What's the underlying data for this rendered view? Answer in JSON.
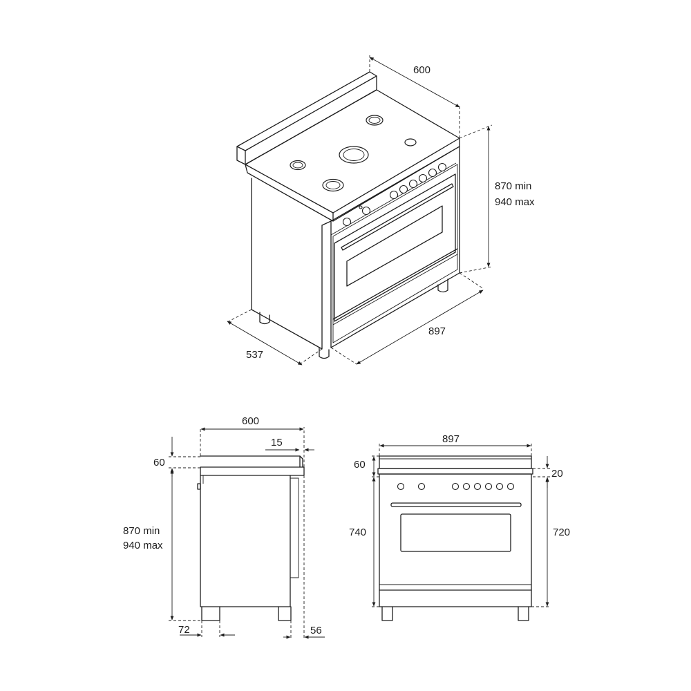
{
  "iso_view": {
    "width_depth": "600",
    "height_line1": "870 min",
    "height_line2": "940 max",
    "width": "897",
    "side_depth": "537"
  },
  "side_view": {
    "depth": "600",
    "backguard_thickness": "15",
    "backguard_height": "60",
    "height_line1": "870 min",
    "height_line2": "940 max",
    "foot_offset": "72",
    "rear_offset": "56"
  },
  "front_view": {
    "width": "897",
    "backguard_height": "60",
    "top_thickness": "20",
    "body_height": "740",
    "door_height": "720"
  },
  "colors": {
    "line": "#1e1e1e",
    "background": "#ffffff"
  }
}
